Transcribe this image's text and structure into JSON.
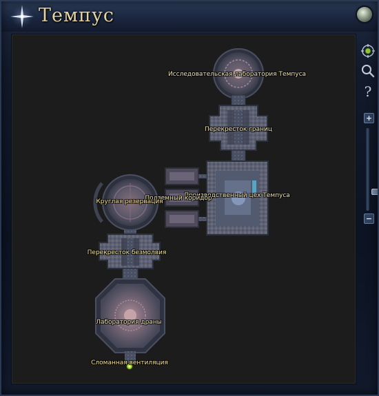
{
  "window": {
    "title": "Темпус"
  },
  "sidebar": {
    "tools": [
      {
        "name": "target-icon"
      },
      {
        "name": "search-icon"
      },
      {
        "name": "help-icon"
      }
    ],
    "zoom_in_label": "+",
    "zoom_out_label": "−",
    "zoom_level": 0.2
  },
  "map": {
    "locations": [
      "Исследовательская лаборатория Темпуса",
      "Перекресток границ",
      "Производственный цех Темпуса",
      "Подземный коридор",
      "Круглая резервация",
      "Перекресток безмолвия",
      "Лаборатория драны",
      "Сломанная вентиляция"
    ]
  }
}
